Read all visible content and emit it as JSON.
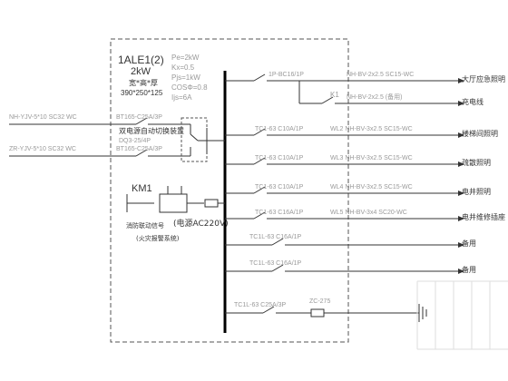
{
  "panel": {
    "id": "1ALE1(2)",
    "power": "2kW",
    "dims_label": "宽*高*厚",
    "dims": "390*250*125",
    "params": [
      "Pe=2kW",
      "Kx=0.5",
      "Pjs=1kW",
      "COSΦ=0.8",
      "Ijs=6A"
    ]
  },
  "incoming": {
    "line1_cable": "NH-YJV-5*10 SC32 WC",
    "line1_breaker": "BT165-C25A/3P",
    "line2_cable": "ZR-YJV-5*10 SC32 WC",
    "line2_breaker": "BT165-C25A/3P",
    "ats_label": "双电源自动切换装置",
    "ats_model": "DQ3-25/4P"
  },
  "control": {
    "km_label": "KM1",
    "fire_signal": "消防联动信号",
    "power_ac": "(电源AC220V)",
    "fire_alarm": "(火灾报警系统)"
  },
  "circuits": [
    {
      "breaker": "1P-BC16/1P",
      "cable": "NH-BV-2x2.5 SC15-WC",
      "load": "大厅应急照明"
    },
    {
      "breaker": "K1",
      "cable": "NH-BV-2x2.5 (备用)",
      "load": "充电线"
    },
    {
      "breaker": "TC1-63 C10A/1P",
      "cable": "WL2 NH-BV-3x2.5 SC15-WC",
      "load": "楼梯间照明"
    },
    {
      "breaker": "TC1-63 C10A/1P",
      "cable": "WL3 NH-BV-3x2.5 SC15-WC",
      "load": "疏散照明"
    },
    {
      "breaker": "TC1-63 C10A/1P",
      "cable": "WL4 NH-BV-3x2.5 SC15-WC",
      "load": "电井照明"
    },
    {
      "breaker": "TC1-63 C16A/1P",
      "cable": "WL5 NH-BV-3x4 SC20-WC",
      "load": "电井维修插座"
    },
    {
      "breaker": "TC1L-63 C16A/1P",
      "cable": "",
      "load": "备用"
    },
    {
      "breaker": "TC1L-63 C16A/1P",
      "cable": "",
      "load": "备用"
    }
  ],
  "bottom": {
    "breaker": "TC1L-63 C25A/3P",
    "device": "ZC-275"
  }
}
